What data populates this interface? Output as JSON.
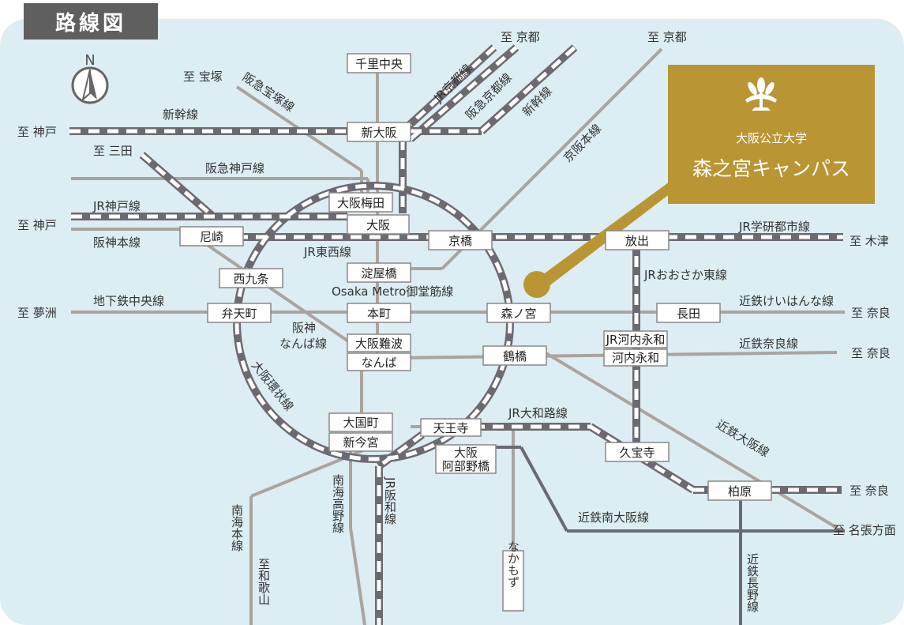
{
  "header": {
    "title": "路線図"
  },
  "compass": {
    "label": "N"
  },
  "campus": {
    "university": "大阪公立大学",
    "name": "森之宮キャンパス"
  },
  "colors": {
    "background": "#dcedf3",
    "gray_line": "#aaa49f",
    "dark_line": "#6b6a72",
    "campus_gold": "#b99534",
    "header_bg": "#5f5f5f"
  },
  "destinations": {
    "kyoto1": "至 京都",
    "kyoto2": "至 京都",
    "takarazuka": "至 宝塚",
    "kobe1": "至 神戸",
    "sanda": "至 三田",
    "kobe2": "至 神戸",
    "yumeshima": "至 夢洲",
    "kizu": "至 木津",
    "nara1": "至 奈良",
    "nara2": "至 奈良",
    "nara3": "至 奈良",
    "nabari": "至 名張方面"
  },
  "lines": {
    "jr_kyoto": "JR京都線",
    "hankyu_kyoto": "阪急京都線",
    "shinkansen_ne": "新幹線",
    "hankyu_takarazuka": "阪急宝塚線",
    "shinkansen_w": "新幹線",
    "keihan": "京阪本線",
    "hankyu_kobe": "阪急神戸線",
    "jr_kobe": "JR神戸線",
    "hanshin": "阪神本線",
    "jr_tozai": "JR東西線",
    "jr_gakkentoshi": "JR学研都市線",
    "jr_osakahigashi": "JRおおさか東線",
    "midosuji": "Osaka Metro御堂筋線",
    "chuo": "地下鉄中央線",
    "keihanna": "近鉄けいはんな線",
    "hanshin_namba_1": "阪神",
    "hanshin_namba_2": "なんば線",
    "kintetsu_nara": "近鉄奈良線",
    "loop": "大阪環状線",
    "jr_yamatoji": "JR大和路線",
    "kintetsu_osaka": "近鉄大阪線",
    "kintetsu_minamiosaka": "近鉄南大阪線",
    "nankai_main": "南海本線",
    "nankai_koya": "南海高野線",
    "jr_hanwa": "JR阪和線",
    "kintetsu_nagano": "近鉄長野線",
    "to_wakayama": "至和歌山"
  },
  "stations": {
    "senrichuo": "千里中央",
    "shinosaka": "新大阪",
    "osakaumeda": "大阪梅田",
    "osaka": "大阪",
    "amagasaki": "尼崎",
    "kyobashi": "京橋",
    "hanaten": "放出",
    "nishikujo": "西九条",
    "yodoyabashi": "淀屋橋",
    "bentencho": "弁天町",
    "honmachi": "本町",
    "morinomiya": "森ノ宮",
    "nagata": "長田",
    "osakanamba": "大阪難波",
    "namba": "なんば",
    "tsuruhashi": "鶴橋",
    "jr_kawachieiwa": "JR河内永和",
    "kawachieiwa": "河内永和",
    "daikokucho": "大国町",
    "shinimamiya": "新今宮",
    "tennoji": "天王寺",
    "abenobashi_1": "大阪",
    "abenobashi_2": "阿部野橋",
    "kyuhoji": "久宝寺",
    "kashiwara": "柏原",
    "nakamozu": "なかもず"
  }
}
